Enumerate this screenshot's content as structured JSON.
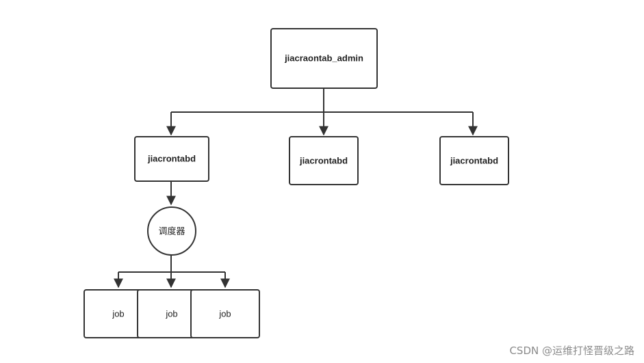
{
  "diagram": {
    "nodes": {
      "admin": "jiacraontab_admin",
      "daemon_left": "jiacrontabd",
      "daemon_middle": "jiacrontabd",
      "daemon_right": "jiacrontabd",
      "scheduler": "调度器",
      "job_1": "job",
      "job_2": "job",
      "job_3": "job"
    },
    "edges": [
      {
        "from": "admin",
        "to": "daemon_left"
      },
      {
        "from": "admin",
        "to": "daemon_middle"
      },
      {
        "from": "admin",
        "to": "daemon_right"
      },
      {
        "from": "daemon_left",
        "to": "scheduler"
      },
      {
        "from": "scheduler",
        "to": "job_1"
      },
      {
        "from": "scheduler",
        "to": "job_2"
      },
      {
        "from": "scheduler",
        "to": "job_3"
      }
    ]
  },
  "watermark": "CSDN @运维打怪晋级之路",
  "colors": {
    "stroke": "#333333",
    "background": "#ffffff",
    "watermark": "#8a8a8a"
  }
}
